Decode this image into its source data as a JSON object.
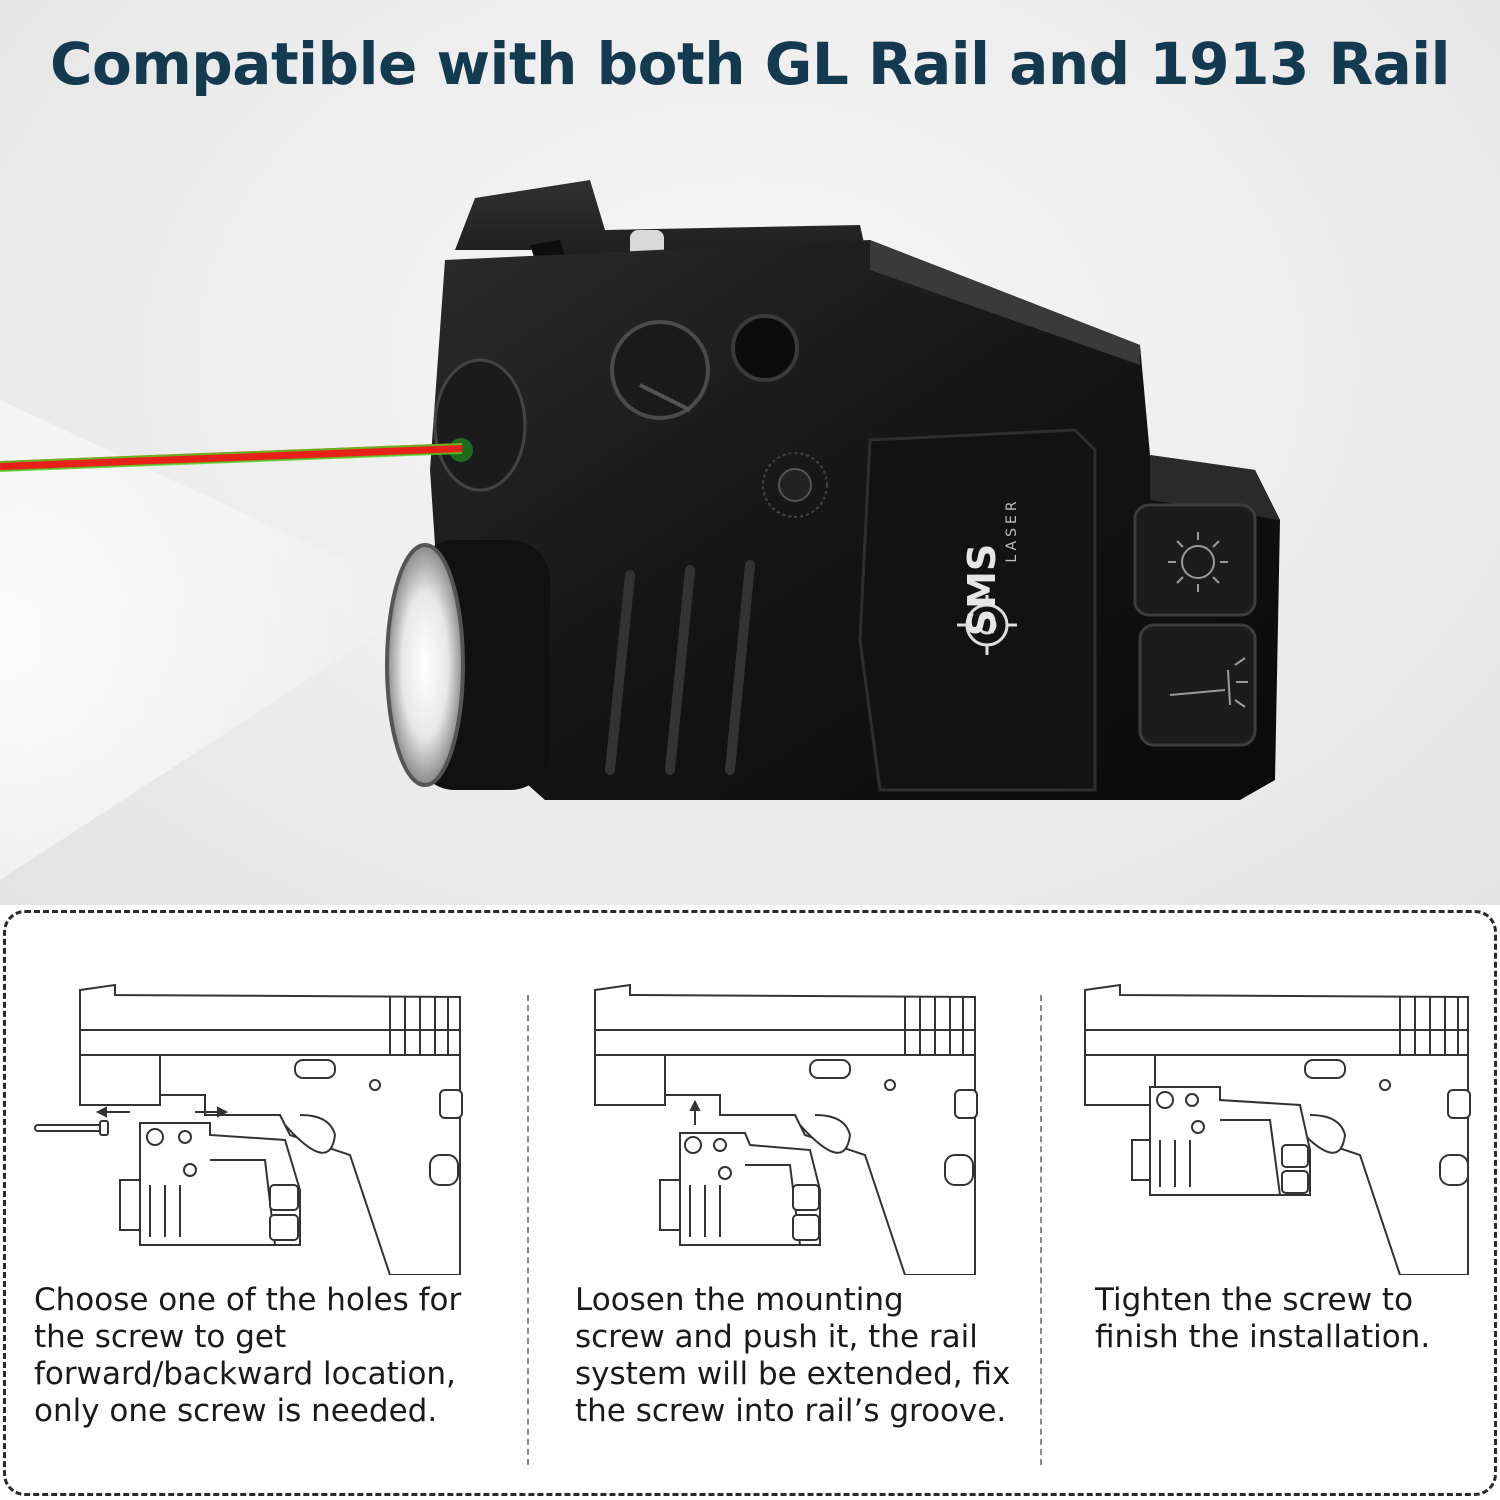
{
  "headline": "Compatible with both GL Rail and 1913 Rail",
  "brand": {
    "logo_name": "SMS",
    "logo_sub": "LASER"
  },
  "colors": {
    "headline": "#143a4f",
    "laser_red": "#e8201a",
    "laser_green": "#4cd420",
    "body": "#151515"
  },
  "steps": [
    {
      "caption": "Choose one of the holes for\nthe screw to get\nforward/backward location,\nonly one screw is needed."
    },
    {
      "caption": "Loosen the mounting\nscrew and push it, the rail\nsystem will be extended, fix\nthe screw into rail’s groove."
    },
    {
      "caption": "Tighten the screw to\nfinish the installation."
    }
  ],
  "icons": [
    "sun-button-icon",
    "flashlight-button-icon",
    "target-logo-icon",
    "arrow-left-icon",
    "arrow-right-icon",
    "arrow-up-icon"
  ]
}
